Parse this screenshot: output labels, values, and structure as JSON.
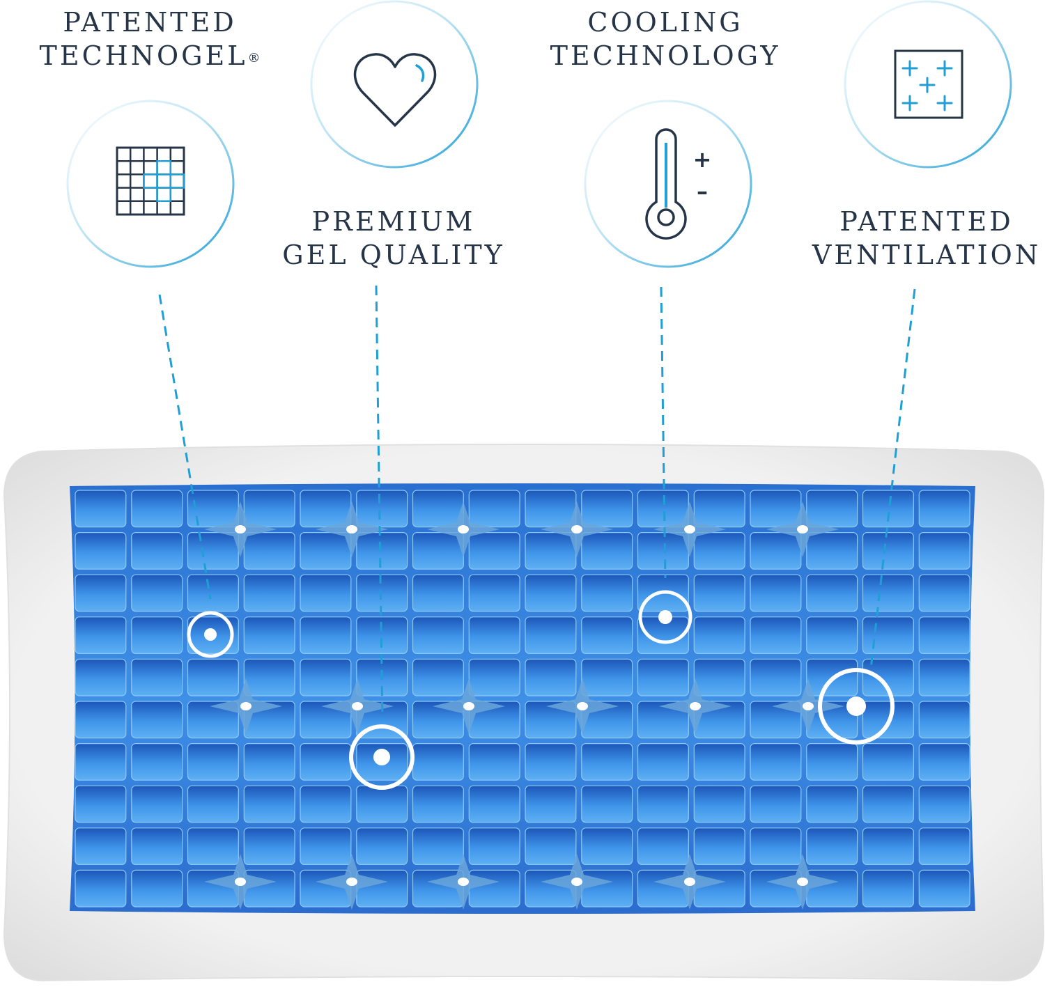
{
  "colors": {
    "navy": "#253447",
    "accent": "#1f9fd6",
    "gel_dark": "#1f5fc0",
    "gel_light": "#4aa3ee",
    "pillow": "#ececec"
  },
  "features": [
    {
      "line1": "PATENTED",
      "line2": "TECHNOGEL",
      "mark": "®",
      "icon": "grid-icon"
    },
    {
      "line1": "PREMIUM",
      "line2": "GEL QUALITY",
      "mark": "",
      "icon": "heart-icon"
    },
    {
      "line1": "COOLING",
      "line2": "TECHNOLOGY",
      "mark": "",
      "icon": "thermometer-icon",
      "plus": "+",
      "minus": "–"
    },
    {
      "line1": "PATENTED",
      "line2": "VENTILATION",
      "mark": "",
      "icon": "ventilation-icon"
    }
  ]
}
